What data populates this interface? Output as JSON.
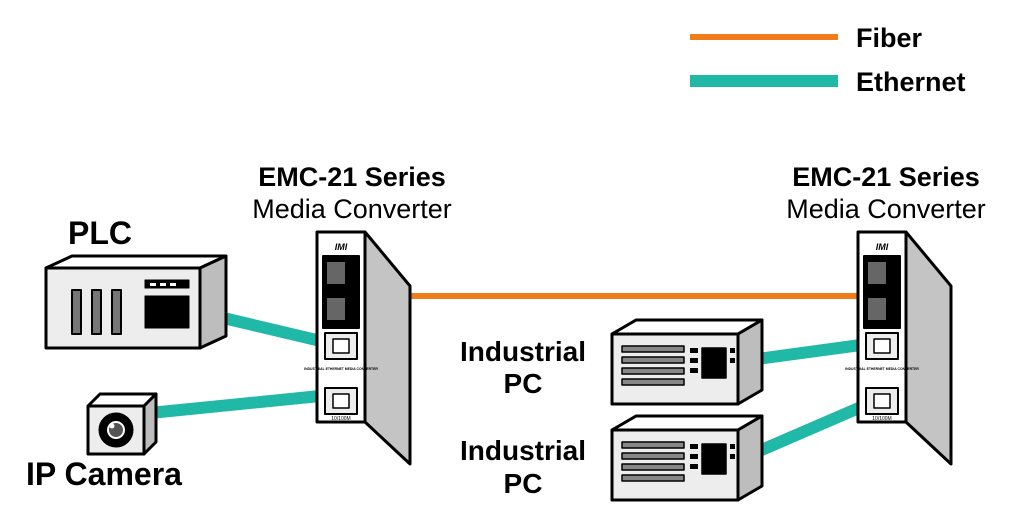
{
  "legend": {
    "fiber_label": "Fiber",
    "ethernet_label": "Ethernet"
  },
  "colors": {
    "fiber": "#F07D19",
    "ethernet": "#20B8A6",
    "outline": "#000000",
    "device_fill": "#EDEDED"
  },
  "converter_left": {
    "series": "EMC-21 Series",
    "type": "Media Converter",
    "logo": "IMI",
    "front_text": "INDUSTRIAL ETHERNET MEDIA CONVERTER",
    "speed": "10/100M"
  },
  "converter_right": {
    "series": "EMC-21 Series",
    "type": "Media Converter",
    "logo": "IMI",
    "front_text": "INDUSTRIAL ETHERNET MEDIA CONVERTER",
    "speed": "10/100M"
  },
  "devices": {
    "plc": "PLC",
    "ip_camera": "IP Camera",
    "industrial_pc_1_line1": "Industrial",
    "industrial_pc_1_line2": "PC",
    "industrial_pc_2_line1": "Industrial",
    "industrial_pc_2_line2": "PC"
  }
}
